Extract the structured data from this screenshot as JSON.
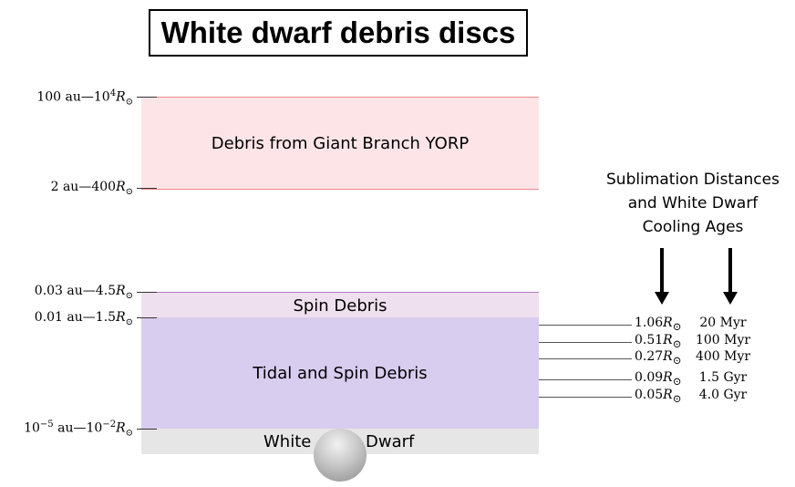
{
  "title": "White dwarf debris discs",
  "bands": {
    "yorp": "Debris from Giant Branch YORP",
    "spin": "Spin Debris",
    "tidal": "Tidal and Spin Debris",
    "wd_left": "White",
    "wd_right": "Dwarf"
  },
  "boundary_labels": [
    {
      "au": "100 au",
      "rsun_base": "10",
      "rsun_exp": "4"
    },
    {
      "au": "2 au",
      "rsun_base": "400",
      "rsun_exp": ""
    },
    {
      "au": "0.03 au",
      "rsun_base": "4.5",
      "rsun_exp": ""
    },
    {
      "au": "0.01 au",
      "rsun_base": "1.5",
      "rsun_exp": ""
    },
    {
      "au": "10",
      "au_exp": "−5",
      "au_unit": " au",
      "rsun_base": "10",
      "rsun_exp": "−2"
    }
  ],
  "sidebar": {
    "title_line1": "Sublimation Distances",
    "title_line2": "and White Dwarf",
    "title_line3": "Cooling Ages"
  },
  "sublimation": [
    {
      "dist": "1.06",
      "age": "20 Myr"
    },
    {
      "dist": "0.51",
      "age": "100 Myr"
    },
    {
      "dist": "0.27",
      "age": "400 Myr"
    },
    {
      "dist": "0.09",
      "age": "1.5 Gyr"
    },
    {
      "dist": "0.05",
      "age": "4.0 Gyr"
    }
  ]
}
